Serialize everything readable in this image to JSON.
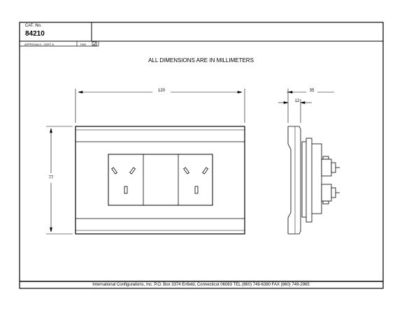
{
  "title_block": {
    "cat_label": "CAT. No.",
    "cat_number": "84210",
    "approvals_label": "APPROVALS - CERT &",
    "fan_label": "FAN"
  },
  "note": "ALL DIMENSIONS ARE IN MILLIMETERS",
  "dimensions": {
    "width": "120",
    "height": "77",
    "depth": "35",
    "plate_thickness": "12"
  },
  "footer": "International Configurations, Inc.  P.O. Box 3374  Enfield, Connecticut 06083 TEL (860) 749-6380  FAX (860) 749-2965"
}
